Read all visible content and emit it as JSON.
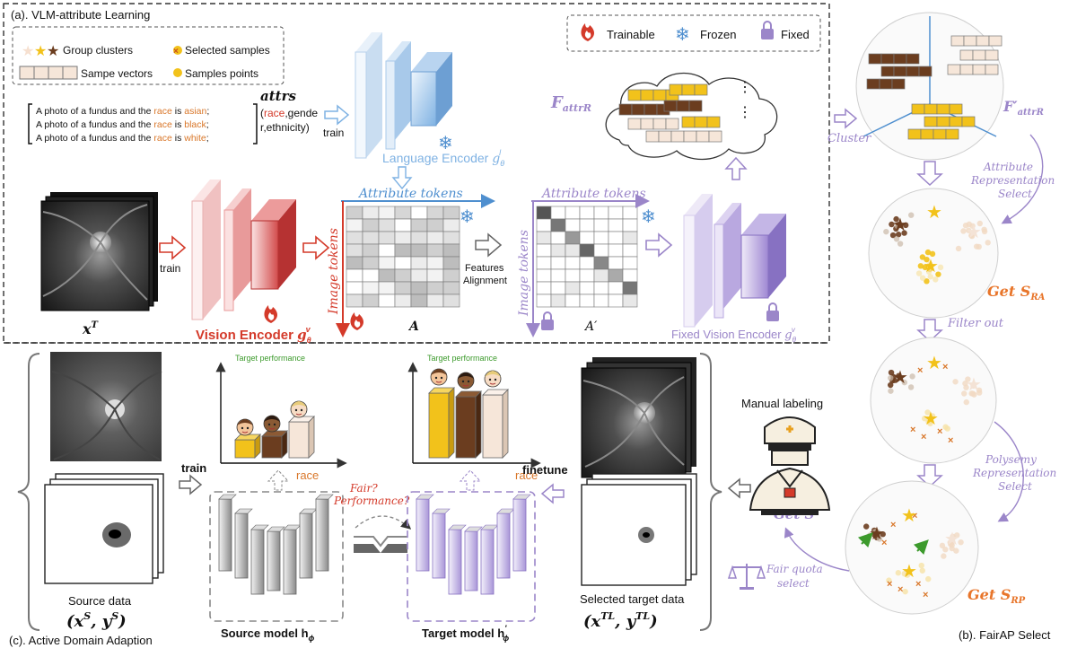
{
  "panel_a": {
    "title": "(a). VLM-attribute Learning",
    "legend_top": {
      "group_clusters": "Group clusters",
      "selected_samples": "Selected samples",
      "sample_vectors": "Sampe vectors",
      "sample_points": "Samples points"
    },
    "legend_right": {
      "trainable": "Trainable",
      "frozen": "Frozen",
      "fixed": "Fixed"
    },
    "prompts": {
      "prefix": "A photo of a fundus and the",
      "attr_word": "race",
      "is": "is",
      "values": [
        "asian",
        "black",
        "white"
      ]
    },
    "attrs_title": "attrs",
    "attrs_line1_attr": "race",
    "attrs_line1_rest": ",gende",
    "attrs_line2": "r,ethnicity)",
    "open_paren": "(",
    "train_label_lang": "train",
    "language_encoder": "Language Encoder",
    "lang_g": "g",
    "lang_sub": "θ",
    "lang_sup": "l",
    "train_label_vision": "train",
    "vision_encoder": "Vision Encoder",
    "vis_g": "g",
    "vis_sub": "θ",
    "vis_sup": "v",
    "x_t": "x",
    "x_t_sup": "T",
    "attribute_tokens": "Attribute tokens",
    "image_tokens": "Image tokens",
    "matrix_a": "A",
    "matrix_a2": "A′",
    "features_alignment_1": "Features",
    "features_alignment_2": "Alignment",
    "fixed_vision_encoder": "Fixed Vision Encoder",
    "f_attr": "F",
    "f_attr_sub": "attrR",
    "dots": "⋮"
  },
  "panel_b": {
    "title": "(b). FairAP Select",
    "cluster": "Cluster",
    "f_attr_prime": "F′",
    "f_attr_prime_sub": "attrR",
    "attr_repr_select": [
      "Attribute",
      "Representation",
      "Select"
    ],
    "get_s_ra": "Get S",
    "get_s_ra_sub": "RA",
    "filter_out": "Filter out",
    "polysemy_select": [
      "Polysemy",
      "Representation",
      "Select"
    ],
    "get_s_rp": "Get S",
    "get_s_rp_sub": "RP",
    "get_s": "Get S",
    "fair_quota": [
      "Fair quota",
      "select"
    ],
    "manual_labeling": "Manual labeling"
  },
  "panel_c": {
    "title": "(c). Active Domain Adaption",
    "source_data": "Source data",
    "source_math": "(x",
    "source_math_s": "S",
    "source_math_y": ", y",
    "source_math_close": ")",
    "train": "train",
    "target_performance": "Target performance",
    "race": "race",
    "fair_q": "Fair?",
    "performance_q": "Performance?",
    "source_model": "Source model h",
    "source_model_sub": "ϕ",
    "target_model": "Target model h",
    "target_model_sub": "ϕ",
    "target_model_sup": "′",
    "finetune": "finetune",
    "selected_target": "Selected target data",
    "target_math": "(x",
    "target_math_sup": "TL",
    "target_math_y": ", y",
    "target_math_close": ")"
  },
  "colors": {
    "red": "#d43a2a",
    "purple": "#9b86c9",
    "blue": "#4f8fcf",
    "gold": "#f2c21b",
    "brown": "#6b3d1f",
    "beige": "#f6e6d9",
    "green": "#3c9a2c"
  }
}
